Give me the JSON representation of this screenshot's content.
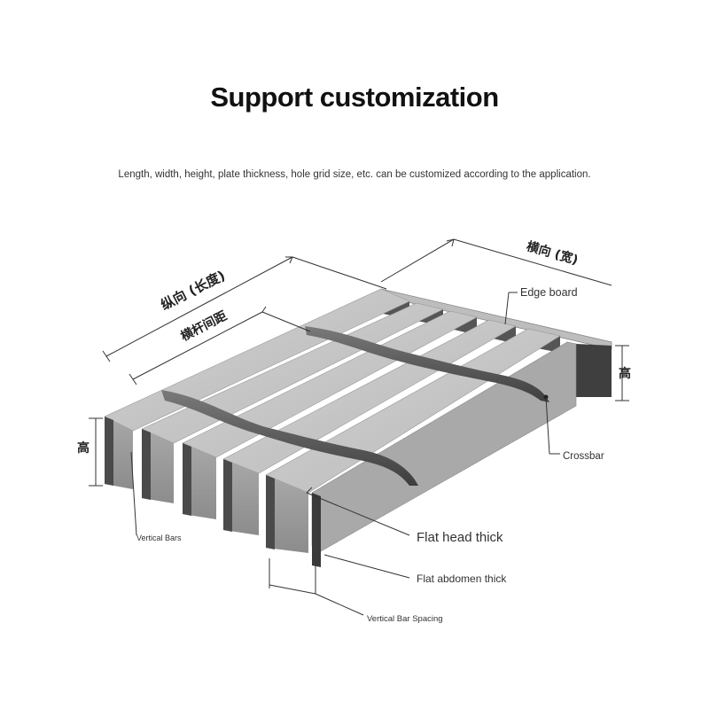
{
  "header": {
    "title": "Support customization",
    "subtitle": "Length, width, height, plate thickness, hole grid size, etc. can be customized according to the application."
  },
  "diagram": {
    "labels": {
      "length": "纵向 (长度)",
      "width": "横向 (宽)",
      "crossbar_spacing": "横杆间距",
      "height_left": "高",
      "height_right": "高",
      "edge_board": "Edge board",
      "crossbar": "Crossbar",
      "vertical_bars": "Vertical Bars",
      "flat_head_thick": "Flat head thick",
      "flat_abdomen_thick": "Flat abdomen thick",
      "vertical_bar_spacing": "Vertical Bar Spacing"
    },
    "colors": {
      "bar_top": "#c6c6c6",
      "bar_face": "#9a9a9a",
      "bar_side": "#4e4e4e",
      "crossbar": "#5a5a5a",
      "line": "#333333"
    }
  }
}
